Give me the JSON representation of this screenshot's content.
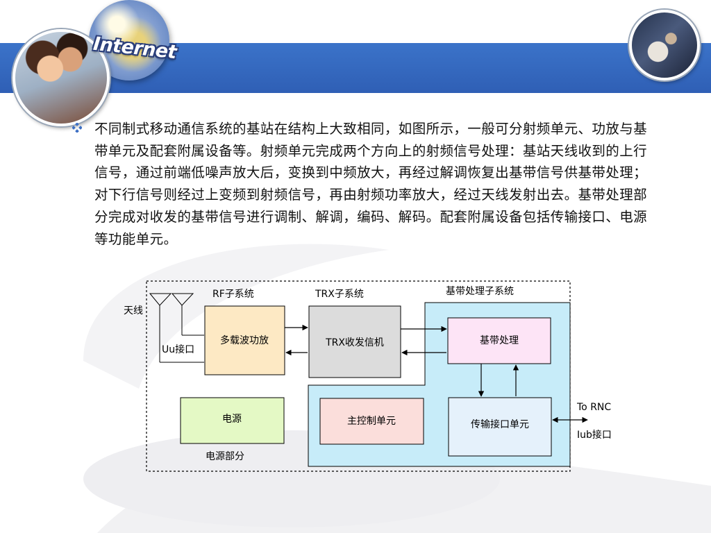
{
  "header": {
    "globe_text": "Internet"
  },
  "content": {
    "paragraph": "不同制式移动通信系统的基站在结构上大致相同，如图所示，一般可分射频单元、功放与基带单元及配套附属设备等。射频单元完成两个方向上的射频信号处理：基站天线收到的上行信号，通过前端低噪声放大后，变换到中频放大，再经过解调恢复出基带信号供基带处理；对下行信号则经过上变频到射频信号，再由射频功率放大，经过天线发射出去。基带处理部分完成对收发的基带信号进行调制、解调，编码、解码。配套附属设备包括传输接口、电源等功能单元。"
  },
  "diagram": {
    "antenna_label": "天线",
    "uu_label": "Uu接口",
    "rf_title": "RF子系统",
    "rf_block": "多载波功放",
    "trx_title": "TRX子系统",
    "trx_block": "TRX收发信机",
    "baseband_title": "基带处理子系统",
    "baseband_block": "基带处理",
    "main_control_block": "主控制单元",
    "transport_block": "传输接口单元",
    "power_block": "电源",
    "power_title": "电源部分",
    "to_rnc": "To RNC",
    "iub_label": "Iub接口",
    "colors": {
      "rf_fill": "#fde9c4",
      "trx_fill": "#dcdcdc",
      "baseband_region": "#c7ecf9",
      "baseband_fill": "#fde4f6",
      "main_control_fill": "#fbdedb",
      "transport_fill": "#e5f1fb",
      "power_fill": "#e4f9c5"
    }
  }
}
